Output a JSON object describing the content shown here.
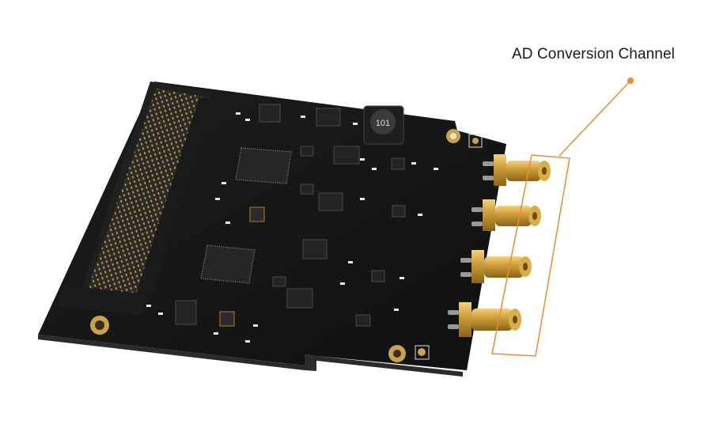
{
  "annotation": {
    "label": "AD Conversion Channel",
    "accent_color": "#f08a2c",
    "channel_count": 4
  },
  "board": {
    "inductor_marking": "101",
    "pcb_color": "#161616",
    "connector_pin_color": "#c9a24a",
    "sma_color": "#d4a437"
  }
}
